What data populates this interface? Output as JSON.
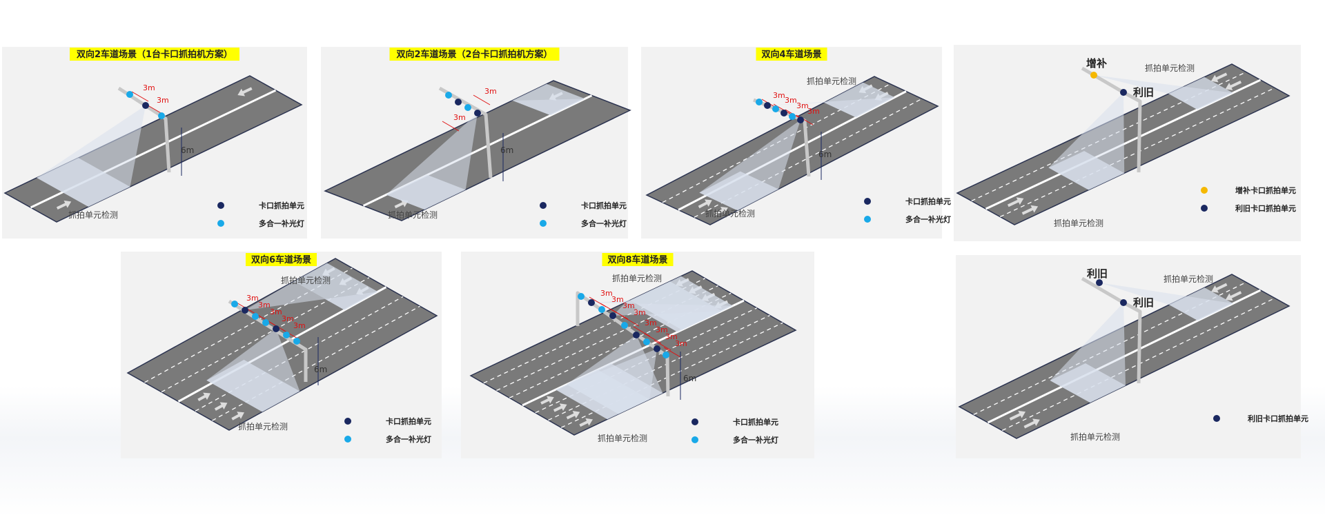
{
  "colors": {
    "road": "#7a7a7a",
    "road_edge": "#2b3350",
    "panel": "#f2f2f2",
    "title_bg": "#ffff00",
    "camera": "#1a2860",
    "light": "#19a9e8",
    "supplement": "#f5b800",
    "cone": "#d8e0ec",
    "pole": "#c8c8c8",
    "dim": "#e01010",
    "supplement_tag": "#e01010"
  },
  "common": {
    "dim_3m": "3m",
    "dim_6m": "6m",
    "detect": "抓拍单元检测"
  },
  "panels": [
    {
      "id": "p1",
      "title": "双向2车道场景（1台卡口抓拍机方案）",
      "legend": [
        {
          "label": "卡口抓拍单元",
          "icon": "camera"
        },
        {
          "label": "多合一补光灯",
          "icon": "light"
        }
      ]
    },
    {
      "id": "p2",
      "title": "双向2车道场景（2台卡口抓拍机方案）",
      "legend": [
        {
          "label": "卡口抓拍单元",
          "icon": "camera"
        },
        {
          "label": "多合一补光灯",
          "icon": "light"
        }
      ]
    },
    {
      "id": "p3",
      "title": "双向4车道场景",
      "legend": [
        {
          "label": "卡口抓拍单元",
          "icon": "camera"
        },
        {
          "label": "多合一补光灯",
          "icon": "light"
        }
      ]
    },
    {
      "id": "p4",
      "title": "",
      "tags": [
        "增补",
        "利旧"
      ],
      "legend": [
        {
          "label": "增补卡口抓拍单元",
          "icon": "supplement"
        },
        {
          "label": "利旧卡口抓拍单元",
          "icon": "camera"
        }
      ]
    },
    {
      "id": "p5",
      "title": "双向6车道场景",
      "legend": [
        {
          "label": "卡口抓拍单元",
          "icon": "camera"
        },
        {
          "label": "多合一补光灯",
          "icon": "light"
        }
      ]
    },
    {
      "id": "p6",
      "title": "双向8车道场景",
      "legend": [
        {
          "label": "卡口抓拍单元",
          "icon": "camera"
        },
        {
          "label": "多合一补光灯",
          "icon": "light"
        }
      ]
    },
    {
      "id": "p7",
      "title": "",
      "tags": [
        "利旧",
        "利旧"
      ],
      "legend": [
        {
          "label": "利旧卡口抓拍单元",
          "icon": "camera"
        }
      ]
    }
  ]
}
